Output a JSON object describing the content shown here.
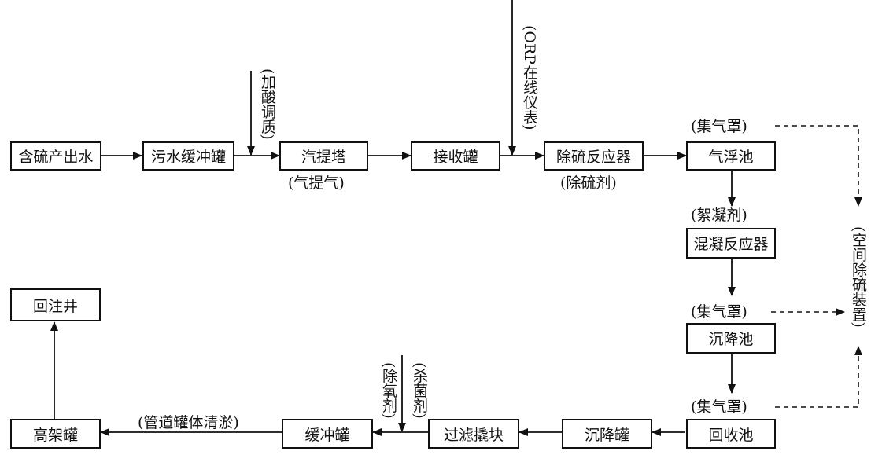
{
  "boxes": {
    "source_water": "含硫产出水",
    "buffer_tank_1": "污水缓冲罐",
    "stripping_tower": "汽提塔",
    "receiving_tank": "接收罐",
    "desulfurization_reactor": "除硫反应器",
    "flotation_tank": "气浮池",
    "coagulation_reactor": "混凝反应器",
    "settling_tank": "沉降池",
    "recovery_tank": "回收池",
    "settling_vessel": "沉降罐",
    "filter_sled": "过滤撬块",
    "buffer_tank_2": "缓冲罐",
    "elevated_tank": "高架罐",
    "reinjection_well": "回注井"
  },
  "labels": {
    "stripping_gas": "(气提气)",
    "desulfurizer": "(除硫剂)",
    "gas_hood_1": "(集气罩)",
    "flocculant": "(絮凝剂)",
    "gas_hood_2": "(集气罩)",
    "gas_hood_3": "(集气罩)",
    "pipe_cleaning": "(管道罐体清淤)"
  },
  "vertical_labels": {
    "acid_adjust": "(加酸调质)",
    "orp_monitor": "(ORP在线仪表)",
    "space_desulfurization": "(空间除硫装置)",
    "deoxidizer": "(除氧剂)",
    "bactericide": "(杀菌剂)"
  }
}
